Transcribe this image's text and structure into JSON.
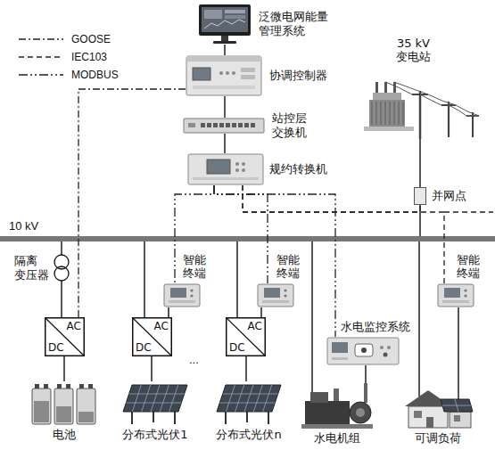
{
  "diagram": {
    "nodes": [
      {
        "text": [
          "泛微电网能量 管理系统"
        ]
      },
      {
        "text": [
          "协调控制器"
        ]
      },
      {
        "text": [
          "站控层 交换机"
        ]
      },
      {
        "text": [
          "规约转换机"
        ]
      },
      {
        "text": [
          "35 kV 变电站"
        ]
      },
      {
        "text": [
          "并网点"
        ]
      },
      {
        "text": [
          "隔离 变压器"
        ]
      },
      {
        "text": [
          "AC",
          "DC"
        ]
      },
      {
        "text": [
          "智能 终端"
        ]
      },
      {
        "text": [
          "AC",
          "DC"
        ]
      },
      {
        "text": [
          "智能 终端"
        ]
      },
      {
        "text": [
          "AC",
          "DC"
        ]
      },
      {
        "text": [
          "水电监控系统"
        ]
      },
      {
        "text": [
          "智能 终端"
        ]
      },
      {
        "text": [
          "电池"
        ]
      },
      {
        "text": [
          "分布式光伏1"
        ]
      },
      {
        "text": [
          "分布式光伏n"
        ]
      },
      {
        "text": [
          "水电机组"
        ]
      },
      {
        "text": [
          "可调负荷"
        ]
      }
    ],
    "edges": [
      {
        "from": 0,
        "to": 1,
        "arrow": "none"
      },
      {
        "from": 1,
        "to": 2,
        "arrow": "none"
      },
      {
        "from": 2,
        "to": 3,
        "arrow": "none"
      },
      {
        "from": 1,
        "to": 7,
        "arrow": "none"
      },
      {
        "from": 3,
        "to": 8,
        "arrow": "none"
      },
      {
        "from": 3,
        "to": 10,
        "arrow": "none"
      },
      {
        "from": 3,
        "to": 12,
        "arrow": "none"
      },
      {
        "from": 3,
        "to": 5,
        "arrow": "none"
      },
      {
        "from": 3,
        "to": 13,
        "arrow": "none"
      },
      {
        "from": 4,
        "to": 5,
        "arrow": "none"
      },
      {
        "from": 6,
        "to": 7,
        "arrow": "none"
      },
      {
        "from": 7,
        "to": 14,
        "arrow": "none"
      },
      {
        "from": 8,
        "to": 9,
        "arrow": "none"
      },
      {
        "from": 9,
        "to": 15,
        "arrow": "none"
      },
      {
        "from": 10,
        "to": 11,
        "arrow": "none"
      },
      {
        "from": 11,
        "to": 16,
        "arrow": "none"
      },
      {
        "from": 12,
        "to": 17,
        "arrow": "none"
      },
      {
        "from": 13,
        "to": 18,
        "arrow": "none"
      }
    ],
    "labels": [
      "10 kV",
      "..."
    ],
    "legend": [
      {
        "text": "GOOSE"
      },
      {
        "text": "IEC103"
      },
      {
        "text": "MODBUS"
      }
    ]
  }
}
